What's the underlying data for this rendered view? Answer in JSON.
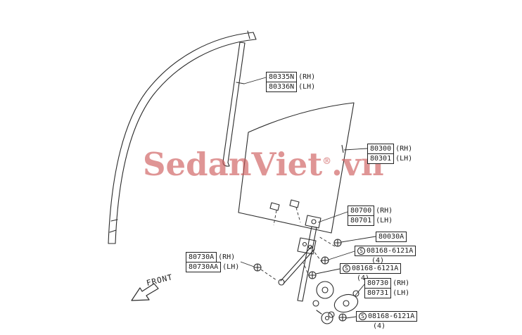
{
  "watermark": {
    "brand": "SedanViet",
    "reg_mark": "®",
    "tld": ".vn",
    "color": "#cc5555"
  },
  "front_arrow": {
    "label": "FRONT"
  },
  "callouts": {
    "glass_run": {
      "rows": [
        {
          "part": "80335N",
          "side": "(RH)"
        },
        {
          "part": "80336N",
          "side": "(LH)"
        }
      ]
    },
    "door_glass": {
      "rows": [
        {
          "part": "80300",
          "side": "(RH)"
        },
        {
          "part": "80301",
          "side": "(LH)"
        }
      ]
    },
    "regulator": {
      "rows": [
        {
          "part": "80700",
          "side": "(RH)"
        },
        {
          "part": "80701",
          "side": "(LH)"
        }
      ]
    },
    "bolt": {
      "part": "80030A"
    },
    "screw_top": {
      "std": "S",
      "part": "08168-6121A",
      "qty": "(4)"
    },
    "screw_mid": {
      "std": "S",
      "part": "08168-6121A",
      "qty": "(4)"
    },
    "motor": {
      "rows": [
        {
          "part": "80730",
          "side": "(RH)"
        },
        {
          "part": "80731",
          "side": "(LH)"
        }
      ]
    },
    "motor_screw": {
      "rows": [
        {
          "part": "80730A",
          "side": "(RH)"
        },
        {
          "part": "80730AA",
          "side": "(LH)"
        }
      ]
    },
    "screw_bottom": {
      "std": "S",
      "part": "08168-6121A",
      "qty": "(4)"
    }
  }
}
